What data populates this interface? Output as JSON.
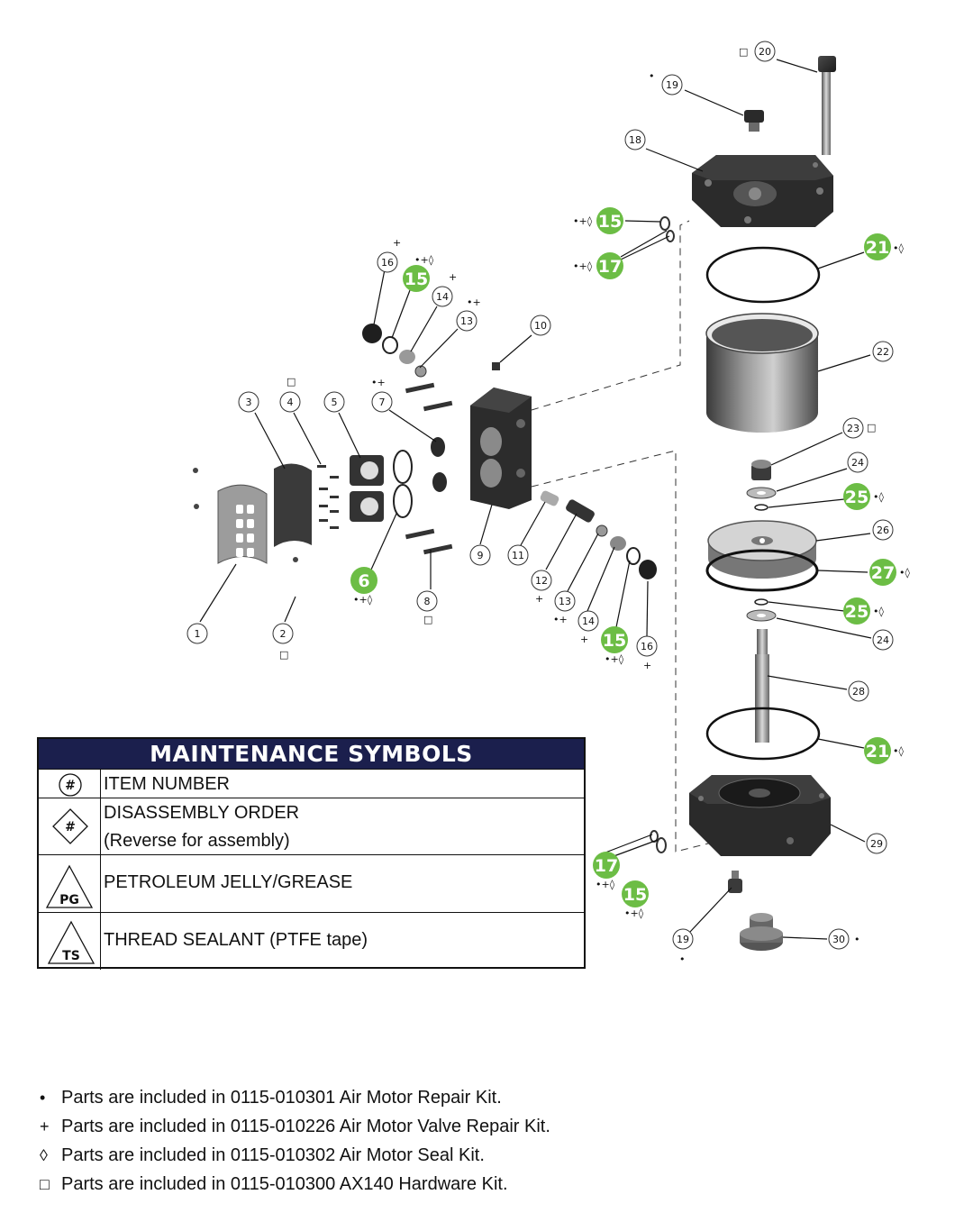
{
  "callouts": {
    "c1": "1",
    "c2": "2",
    "c3": "3",
    "c4": "4",
    "c5": "5",
    "c6": "6",
    "c7": "7",
    "c8": "8",
    "c9": "9",
    "c10": "10",
    "c11": "11",
    "c12": "12",
    "c13a": "13",
    "c13b": "13",
    "c14a": "14",
    "c14b": "14",
    "c15a": "15",
    "c15b": "15",
    "c15c": "15",
    "c15d": "15",
    "c16a": "16",
    "c16b": "16",
    "c17a": "17",
    "c17b": "17",
    "c18": "18",
    "c19a": "19",
    "c19b": "19",
    "c20": "20",
    "c21a": "21",
    "c21b": "21",
    "c22": "22",
    "c23": "23",
    "c24a": "24",
    "c24b": "24",
    "c25a": "25",
    "c25b": "25",
    "c26": "26",
    "c27": "27",
    "c28": "28",
    "c29": "29",
    "c30": "30"
  },
  "symbols": {
    "dot": "•",
    "dot_plus_diamond": "•+◊",
    "dot_diamond": "•◊",
    "dot_plus": "•+",
    "plus": "+",
    "square": "□"
  },
  "maintenance": {
    "title": "MAINTENANCE SYMBOLS",
    "icon_hash": "#",
    "icon_pg": "PG",
    "icon_ts": "TS",
    "item_number": "ITEM NUMBER",
    "disassembly": "DISASSEMBLY ORDER",
    "reverse": "(Reverse for assembly)",
    "grease": "PETROLEUM JELLY/GREASE",
    "sealant": "THREAD SEALANT (PTFE tape)"
  },
  "legend": [
    {
      "symbol": "•",
      "text": "Parts are included in 0115-010301 Air Motor Repair Kit."
    },
    {
      "symbol": "+",
      "text": "Parts are included in 0115-010226 Air Motor Valve Repair Kit."
    },
    {
      "symbol": "◊",
      "text": "Parts are included in 0115-010302 Air Motor Seal Kit."
    },
    {
      "symbol": "□",
      "text": "Parts are included in 0115-010300 AX140 Hardware Kit."
    }
  ],
  "colors": {
    "green": "#6cbd45",
    "navy": "#1b1f4d",
    "part_dark": "#2a2a2a",
    "part_mid": "#6d6d6d",
    "part_light": "#bdbdbd"
  }
}
